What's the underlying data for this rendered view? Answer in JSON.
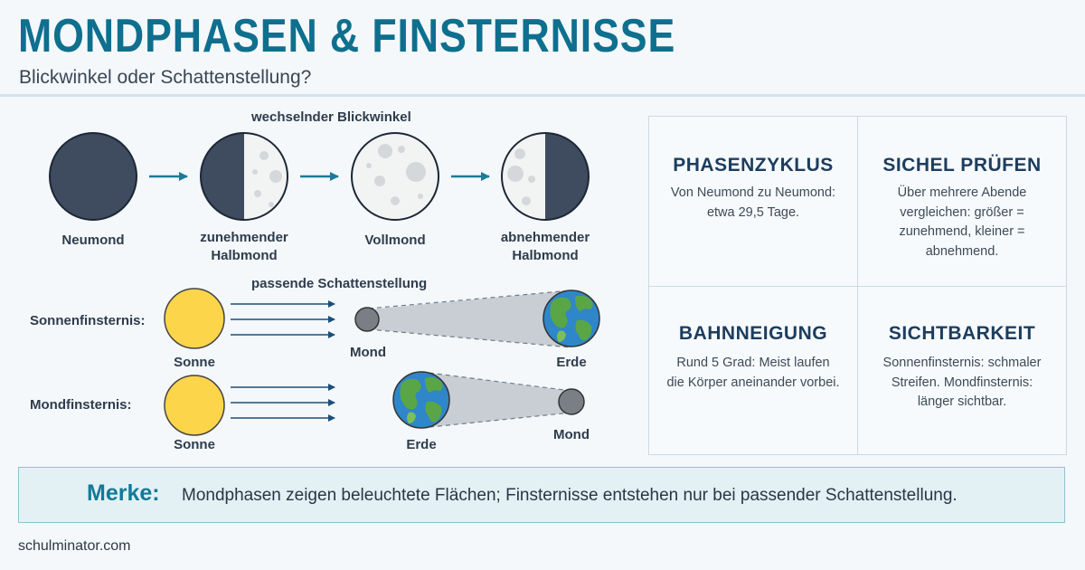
{
  "header": {
    "title": "MONDPHASEN & FINSTERNISSE",
    "subtitle": "Blickwinkel oder Schattenstellung?"
  },
  "phases": {
    "caption": "wechselnder Blickwinkel",
    "items": [
      {
        "label": "Neumond",
        "icon": "new-moon-icon"
      },
      {
        "label": "zunehmender Halbmond",
        "icon": "waxing-half-moon-icon"
      },
      {
        "label": "Vollmond",
        "icon": "full-moon-icon"
      },
      {
        "label": "abnehmender Halbmond",
        "icon": "waning-half-moon-icon"
      }
    ]
  },
  "eclipses": {
    "caption": "passende Schattenstellung",
    "solar": {
      "label": "Sonnenfinsternis:",
      "sun": "Sonne",
      "moon": "Mond",
      "earth": "Erde"
    },
    "lunar": {
      "label": "Mondfinsternis:",
      "sun": "Sonne",
      "earth": "Erde",
      "moon": "Mond"
    }
  },
  "cards": [
    {
      "title": "PHASENZYKLUS",
      "text": [
        "Von Neumond zu Neumond:",
        "etwa 29,5 Tage."
      ]
    },
    {
      "title": "SICHEL PRÜFEN",
      "text": [
        "Über mehrere Abende",
        "vergleichen: größer =",
        "zunehmend, kleiner =",
        "abnehmend."
      ]
    },
    {
      "title": "BAHNNEIGUNG",
      "text": [
        "Rund 5 Grad: Meist laufen",
        "die Körper aneinander vorbei."
      ]
    },
    {
      "title": "SICHTBARKEIT",
      "text": [
        "Sonnenfinsternis: schmaler",
        "Streifen. Mondfinsternis:",
        "länger sichtbar."
      ]
    }
  ],
  "merke": {
    "label": "Merke:",
    "text": "Mondphasen zeigen beleuchtete Flächen; Finsternisse entstehen nur bei passender Schattenstellung."
  },
  "footer": "schulminator.com",
  "colors": {
    "title": "#0e6f8e",
    "moon_dark": "#3f4b5e",
    "moon_light": "#f2f3f3",
    "sun": "#fcd54a",
    "arrow": "#1c7a9a",
    "ocean": "#2f86c8",
    "land": "#5aa646"
  }
}
